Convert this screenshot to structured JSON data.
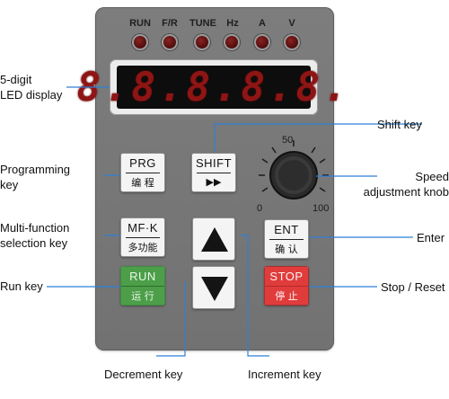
{
  "indicators": [
    "RUN",
    "F/R",
    "TUNE",
    "Hz",
    "A",
    "V"
  ],
  "display": {
    "digits": "8.8.8.8.8."
  },
  "keys": {
    "prg": {
      "top": "PRG",
      "bottom": "编 程"
    },
    "shift": {
      "top": "SHIFT",
      "bottom": "▶▶"
    },
    "mfk": {
      "top": "MF·K",
      "bottom": "多功能"
    },
    "ent": {
      "top": "ENT",
      "bottom": "确 认"
    },
    "run": {
      "top": "RUN",
      "bottom": "运 行"
    },
    "stop": {
      "top": "STOP",
      "bottom": "停 止"
    },
    "up": {
      "icon": "triangle-up-icon"
    },
    "down": {
      "icon": "triangle-down-icon"
    }
  },
  "knob": {
    "scale_min": "0",
    "scale_mid": "50",
    "scale_max": "100"
  },
  "callouts": {
    "led_display_1": "5-digit",
    "led_display_2": "LED display",
    "shift_key": "Shift key",
    "programming_1": "Programming",
    "programming_2": "key",
    "speed_1": "Speed",
    "speed_2": "adjustment knob",
    "multifunction_1": "Multi-function",
    "multifunction_2": "selection key",
    "enter": "Enter",
    "run_key": "Run key",
    "stop_reset": "Stop / Reset",
    "decrement": "Decrement key",
    "increment": "Increment key"
  },
  "colors": {
    "panel": "#777777",
    "led_off": "#5b1111",
    "digits": "#8f1515",
    "callout_line": "#2f7fd6",
    "run_key": "#4c9e49",
    "stop_key": "#e03c3c"
  }
}
